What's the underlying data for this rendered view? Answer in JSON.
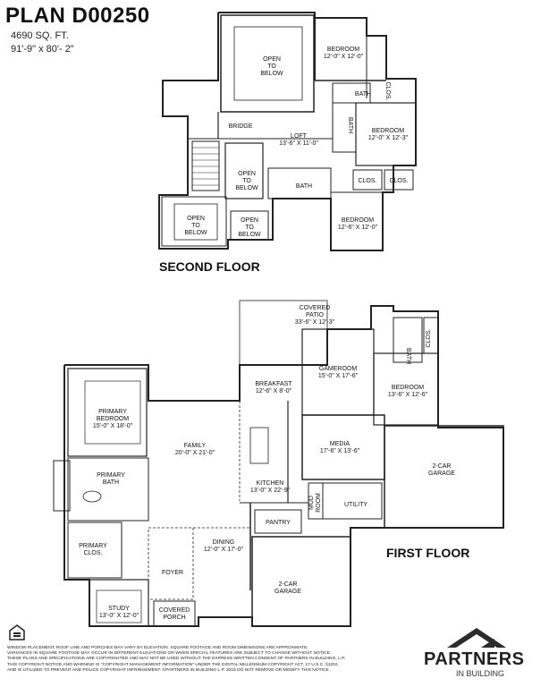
{
  "header": {
    "plan_name": "PLAN D00250",
    "sq_ft": "4690 SQ. FT.",
    "dimensions": "91'-9\" x 80'- 2\""
  },
  "floors": {
    "second": "SECOND FLOOR",
    "first": "FIRST FLOOR"
  },
  "second_floor": {
    "open_to_below_1": [
      "OPEN",
      "TO",
      "BELOW"
    ],
    "open_to_below_2": [
      "OPEN",
      "TO",
      "BELOW"
    ],
    "open_to_below_3": [
      "OPEN",
      "TO",
      "BELOW"
    ],
    "open_to_below_4": [
      "OPEN",
      "TO",
      "BELOW"
    ],
    "bedroom_1": [
      "BEDROOM",
      "12'-0\" X 12'-0\""
    ],
    "bath_1": "BATH",
    "clos_1": "CLOS.",
    "bath_2": "BATH",
    "bedroom_2": [
      "BEDROOM",
      "12'-0\" X 12'-3\""
    ],
    "bridge": "BRIDGE",
    "loft": [
      "LOFT",
      "13'-6\" X 11'-0\""
    ],
    "bath_3": "BATH",
    "clos_2": "CLOS.",
    "clos_3": "CLOS.",
    "bedroom_3": [
      "BEDROOM",
      "12'-6\" X 12'-0\""
    ]
  },
  "first_floor": {
    "covered_patio": [
      "COVERED",
      "PATIO",
      "33'-6\" X 12'-3\""
    ],
    "gameroom": [
      "GAMEROOM",
      "15'-0\" X 17'-6\""
    ],
    "breakfast": [
      "BREAKFAST",
      "12'-6\" X 8'-0\""
    ],
    "bath": "BATH",
    "clos": "CLOS.",
    "bedroom": [
      "BEDROOM",
      "13'-6\" X 12'-6\""
    ],
    "primary_bedroom": [
      "PRIMARY",
      "BEDROOM",
      "15'-0\" X 18'-0\""
    ],
    "family": [
      "FAMILY",
      "20'-0\" X 21'-0\""
    ],
    "media": [
      "MEDIA",
      "17'-6\" X 13'-6\""
    ],
    "garage_right": [
      "2-CAR",
      "GARAGE"
    ],
    "primary_bath": [
      "PRIMARY",
      "BATH"
    ],
    "kitchen": [
      "KITCHEN",
      "13'-0\" X 22'-9\""
    ],
    "mud_room": [
      "MUD",
      "ROOM"
    ],
    "utility": "UTILITY",
    "pantry": "PANTRY",
    "primary_clos": [
      "PRIMARY",
      "CLOS."
    ],
    "dining": [
      "DINING",
      "12'-0\" X 17'-0\""
    ],
    "foyer": "FOYER",
    "garage_bottom": [
      "2-CAR",
      "GARAGE"
    ],
    "study": [
      "STUDY",
      "13'-0\" X 12'-0\""
    ],
    "covered_porch": [
      "COVERED",
      "PORCH"
    ]
  },
  "disclaimer": [
    "Window placement, roof line and porches may vary by elevation. Square footage and room dimensions are approximate.",
    "Variances in square footage may occur in different elevations or when special features are subject to change without notice.",
    "These plans and specifications are copyrighted and may not be used without the express written consent of Partners in Building, L.P.",
    "This copyright notice and warning is \"copyright management information\" under the Digital Millennium Copyright Act, 17 U.S.C. §1202,",
    "and is utilized to prevent and police copyright infringement. ©Partners in Building L.P. 2015 Do not remove or modify this notice."
  ],
  "brand": {
    "name": "PARTNERS",
    "sub": "IN BUILDING"
  },
  "icons": {
    "eho": "equal-housing-icon",
    "brand_logo": "roof-logo-icon"
  }
}
